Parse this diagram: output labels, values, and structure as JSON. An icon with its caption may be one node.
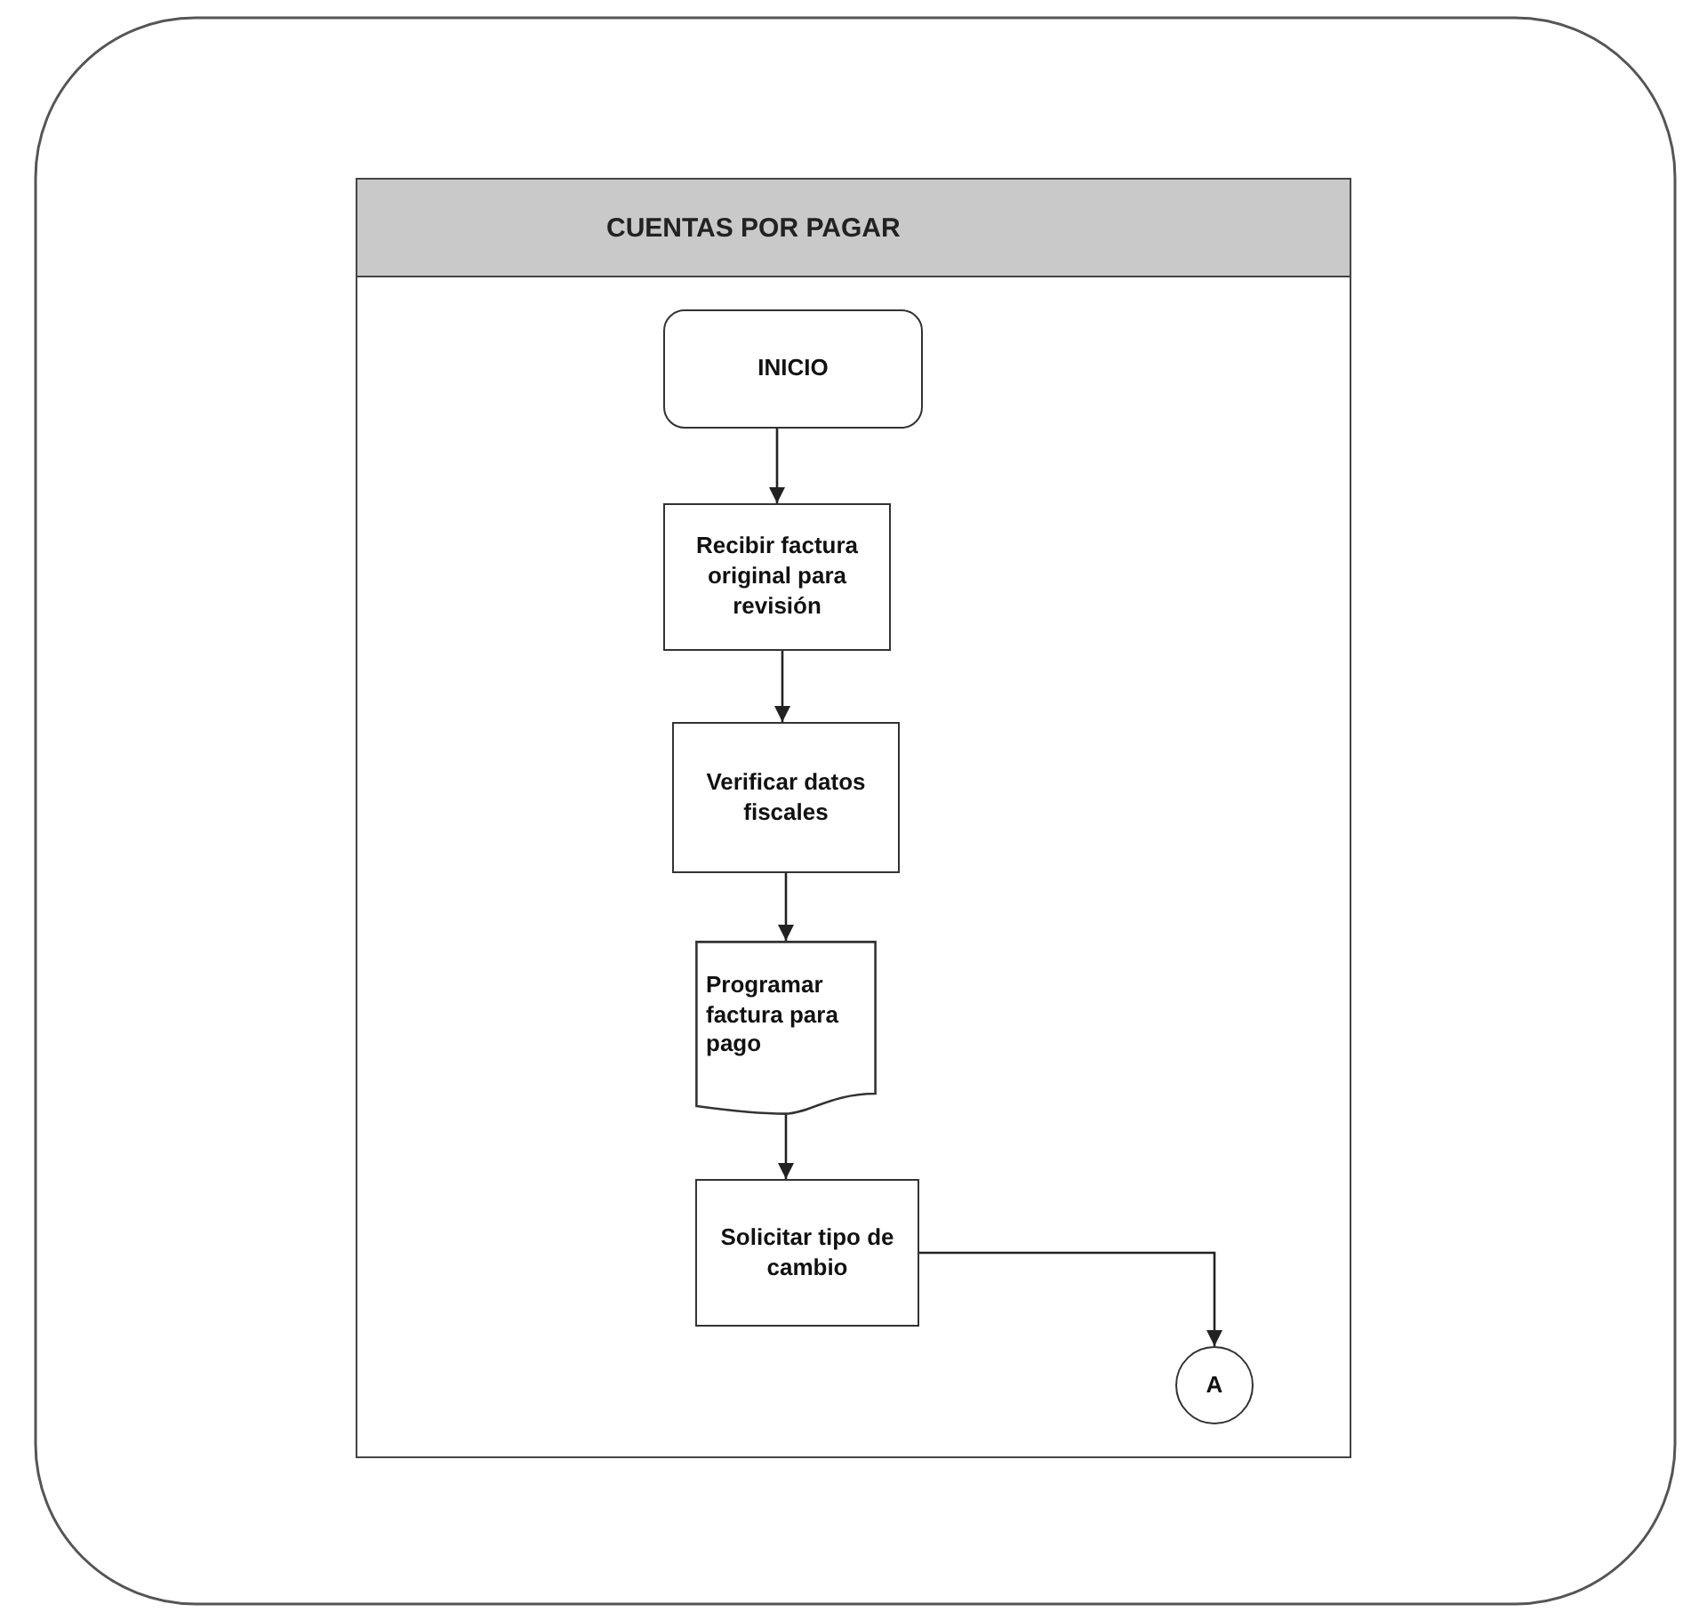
{
  "diagram": {
    "nodes": [
      {
        "text": [
          "CUENTAS POR PAGAR"
        ]
      },
      {
        "text": [
          "INICIO"
        ],
        "in": 0
      },
      {
        "text": [
          "Recibir factura original para revisión"
        ],
        "in": 0
      },
      {
        "text": [
          "Verificar datos fiscales"
        ],
        "in": 0
      },
      {
        "text": [
          "Programar factura para pago"
        ],
        "in": 0
      },
      {
        "text": [
          "Solicitar tipo de cambio"
        ],
        "in": 0
      },
      {
        "text": [
          "A"
        ],
        "in": 0
      }
    ],
    "edges": [
      {
        "from": 1,
        "to": 2,
        "arrow": "to"
      },
      {
        "from": 2,
        "to": 3,
        "arrow": "to"
      },
      {
        "from": 3,
        "to": 4,
        "arrow": "to"
      },
      {
        "from": 4,
        "to": 5,
        "arrow": "to"
      },
      {
        "from": 5,
        "to": 6,
        "arrow": "to"
      }
    ]
  }
}
